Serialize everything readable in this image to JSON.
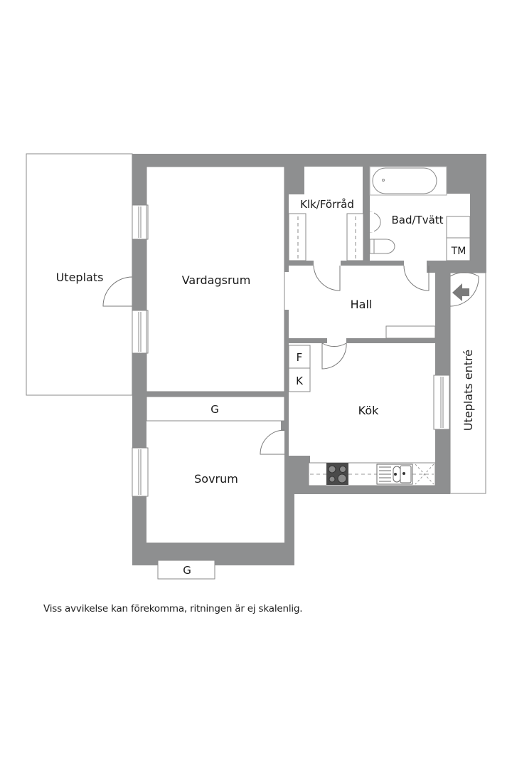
{
  "plan": {
    "wall_color": "#8e8f90",
    "line_color": "#6e6e6e",
    "rooms": [
      {
        "id": "uteplats",
        "label": "Uteplats"
      },
      {
        "id": "vardagsrum",
        "label": "Vardagsrum"
      },
      {
        "id": "klk-forrad",
        "label": "Klk/Förråd"
      },
      {
        "id": "bad-tvatt",
        "label": "Bad/Tvätt"
      },
      {
        "id": "hall",
        "label": "Hall"
      },
      {
        "id": "kok",
        "label": "Kök"
      },
      {
        "id": "sovrum",
        "label": "Sovrum"
      },
      {
        "id": "uteplats-entre",
        "label": "Uteplats entré"
      }
    ],
    "fixtures": {
      "tm": "TM",
      "fridge": "F",
      "freezer": "K",
      "wardrobe_inner": "G",
      "wardrobe_outer": "G"
    }
  },
  "disclaimer": "Viss avvikelse kan förekomma, ritningen är ej skalenlig."
}
